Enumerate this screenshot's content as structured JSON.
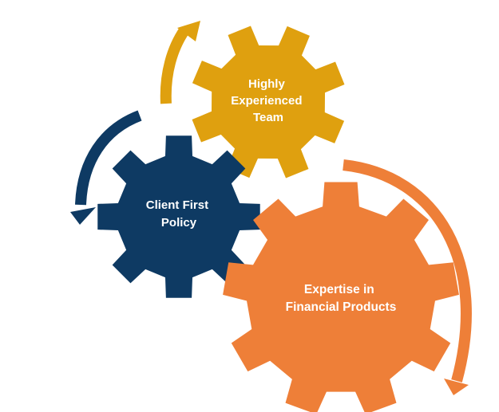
{
  "colors": {
    "gold": "#DFA00F",
    "navy": "#0E3A63",
    "orange": "#EE7F38",
    "text": "#FFFFFF",
    "background": "#FFFFFF"
  },
  "gears": [
    {
      "id": "team",
      "lines": [
        "Highly",
        "Experienced",
        "Team"
      ],
      "color_key": "gold"
    },
    {
      "id": "client",
      "lines": [
        "Client First",
        "Policy"
      ],
      "color_key": "navy"
    },
    {
      "id": "expertise",
      "lines": [
        "Expertise in",
        "Financial Products"
      ],
      "color_key": "orange"
    }
  ],
  "arrows": [
    {
      "id": "gold",
      "direction": "up",
      "color_key": "gold"
    },
    {
      "id": "navy",
      "direction": "down",
      "color_key": "navy"
    },
    {
      "id": "orange",
      "direction": "down",
      "color_key": "orange"
    }
  ]
}
